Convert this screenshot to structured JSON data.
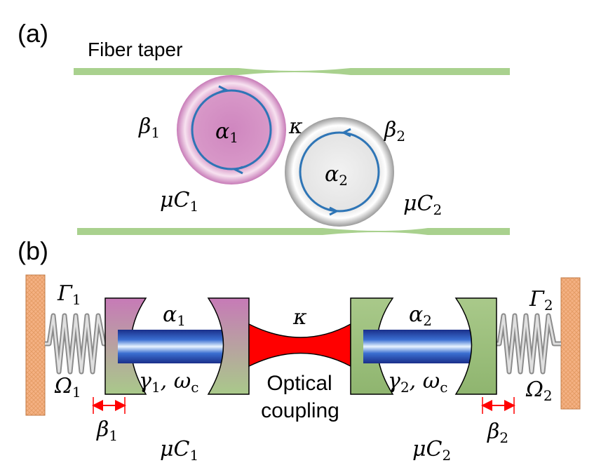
{
  "panel_a": {
    "label": "(a)",
    "fiber_label": "Fiber taper",
    "res1": {
      "mode": "α",
      "mode_sub": "1",
      "dissip": "β",
      "dissip_sub": "1",
      "cap": "μC",
      "cap_sub": "1"
    },
    "res2": {
      "mode": "α",
      "mode_sub": "2",
      "dissip": "β",
      "dissip_sub": "2",
      "cap": "μC",
      "cap_sub": "2"
    },
    "coupling": "κ"
  },
  "panel_b": {
    "label": "(b)",
    "left": {
      "gamma": "Γ",
      "gamma_sub": "1",
      "omega": "Ω",
      "omega_sub": "1",
      "alpha": "α",
      "alpha_sub": "1",
      "params": "γ",
      "params_sub": "1",
      "params_rest": ", ω",
      "params_rest_sub": "c",
      "beta": "β",
      "beta_sub": "1",
      "cap": "μC",
      "cap_sub": "1"
    },
    "right": {
      "gamma": "Γ",
      "gamma_sub": "2",
      "omega": "Ω",
      "omega_sub": "2",
      "alpha": "α",
      "alpha_sub": "2",
      "params": "γ",
      "params_sub": "2",
      "params_rest": ", ω",
      "params_rest_sub": "c",
      "beta": "β",
      "beta_sub": "2",
      "cap": "μC",
      "cap_sub": "2"
    },
    "coupling": "κ",
    "coupling_label_line1": "Optical",
    "coupling_label_line2": "coupling"
  },
  "colors": {
    "fiber": "#a9d18e",
    "res1_fill": "#d38fc4",
    "res2_fill": "#e6e6e6",
    "loop": "#2e75b6",
    "wall": "#f4b183",
    "spring": "#a6a6a6",
    "beam": "#1f3f9a",
    "coupling_fill": "#ff0000",
    "arrow": "#ff0000"
  }
}
